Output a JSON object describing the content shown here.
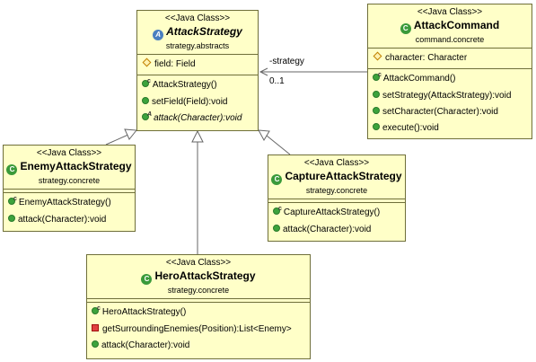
{
  "classes": {
    "attack_strategy": {
      "stereotype": "<<Java Class>>",
      "name": "AttackStrategy",
      "package": "strategy.abstracts",
      "fields": [
        "field: Field"
      ],
      "methods": [
        "AttackStrategy()",
        "setField(Field):void",
        "attack(Character):void"
      ]
    },
    "attack_command": {
      "stereotype": "<<Java Class>>",
      "name": "AttackCommand",
      "package": "command.concrete",
      "fields": [
        "character: Character"
      ],
      "methods": [
        "AttackCommand()",
        "setStrategy(AttackStrategy):void",
        "setCharacter(Character):void",
        "execute():void"
      ]
    },
    "enemy_attack_strategy": {
      "stereotype": "<<Java Class>>",
      "name": "EnemyAttackStrategy",
      "package": "strategy.concrete",
      "methods": [
        "EnemyAttackStrategy()",
        "attack(Character):void"
      ]
    },
    "capture_attack_strategy": {
      "stereotype": "<<Java Class>>",
      "name": "CaptureAttackStrategy",
      "package": "strategy.concrete",
      "methods": [
        "CaptureAttackStrategy()",
        "attack(Character):void"
      ]
    },
    "hero_attack_strategy": {
      "stereotype": "<<Java Class>>",
      "name": "HeroAttackStrategy",
      "package": "strategy.concrete",
      "methods": [
        "HeroAttackStrategy()",
        "getSurroundingEnemies(Position):List<Enemy>",
        "attack(Character):void"
      ]
    }
  },
  "association": {
    "role": "-strategy",
    "multiplicity": "0..1"
  },
  "icons": {
    "class": "C",
    "abstract": "A",
    "constructor_mark": "c",
    "abstract_mark": "A"
  },
  "colors": {
    "class_fill": "#ffffc8",
    "class_border": "#6f6f3a",
    "line": "#7f7f7f"
  }
}
